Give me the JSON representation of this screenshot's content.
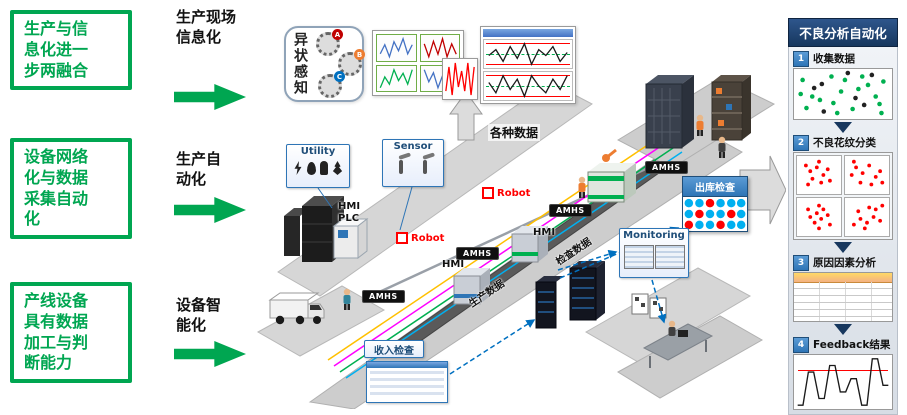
{
  "left_column": [
    {
      "text": "生产与信\n息化进一\n步两融合",
      "arrow": "生产现场\n信息化"
    },
    {
      "text": "设备网络\n化与数据\n采集自动\n化",
      "arrow": "生产自\n动化"
    },
    {
      "text": "产线设备\n具有数据\n加工与判\n断能力",
      "arrow": "设备智\n能化"
    }
  ],
  "diagram": {
    "anomaly": "异状感知",
    "gears": [
      "A",
      "B",
      "C"
    ],
    "data_label": "各种数据",
    "utility": "Utility",
    "sensor": "Sensor",
    "monitoring": "Monitoring",
    "outbound": "出库检查",
    "incoming": "收入检查",
    "hmi_plc": "HMI\nPLC",
    "robot": "Robot",
    "hmi": "HMI",
    "amhs": "AMHS",
    "inspect_data": "检查数据",
    "prod_data": "生产数据"
  },
  "right_panel": {
    "title": "不良分析自动化",
    "steps": [
      {
        "num": "1",
        "label": "收集数据"
      },
      {
        "num": "2",
        "label": "不良花纹分类"
      },
      {
        "num": "3",
        "label": "原因因素分析"
      },
      {
        "num": "4",
        "label": "Feedback结果"
      }
    ]
  },
  "colors": {
    "green": "#00A651",
    "navy": "#17375E",
    "stepblue": "#2E75B6",
    "boxblue": "#1F4E79",
    "red": "#FF0000",
    "cyan": "#00B0F0",
    "magenta": "#FF00FF",
    "chartblue": "#4472C4",
    "chartred": "#C00000",
    "chartgreen": "#00B050",
    "chartblack": "#1a1a1a"
  },
  "colors_list": {
    "scatter": [
      "#00B050",
      "#222222"
    ],
    "wafer": [
      "#FF0000"
    ],
    "outbound": [
      "#00B0F0",
      "#FF0000"
    ]
  },
  "spark": {
    "mini1": [
      4,
      7,
      3,
      8,
      5,
      9,
      4,
      7
    ],
    "mini2": [
      7,
      2,
      8,
      3,
      9,
      2,
      7,
      3
    ],
    "mini3": [
      3,
      6,
      4,
      8,
      5,
      7,
      4,
      8
    ],
    "mini4": [
      8,
      4,
      7,
      2,
      6,
      3,
      8,
      4
    ],
    "red_wave": [
      2,
      8,
      1,
      9,
      3,
      7,
      2,
      9,
      1,
      8
    ],
    "control_top": [
      5,
      7,
      3,
      8,
      4,
      9,
      2,
      7,
      5,
      8,
      3,
      6
    ],
    "control_bottom": [
      6,
      3,
      8,
      4,
      7,
      2,
      8,
      5,
      3,
      7,
      4,
      8
    ],
    "feedback": [
      2,
      2,
      7,
      7,
      3,
      3,
      8,
      8,
      4,
      4,
      6,
      6,
      2,
      2,
      9,
      9,
      5,
      5
    ]
  },
  "dots": {
    "scatter": [
      [
        8,
        22,
        0
      ],
      [
        18,
        55,
        0
      ],
      [
        28,
        30,
        1
      ],
      [
        40,
        68,
        0
      ],
      [
        52,
        22,
        0
      ],
      [
        63,
        58,
        1
      ],
      [
        76,
        32,
        0
      ],
      [
        88,
        70,
        0
      ],
      [
        12,
        78,
        0
      ],
      [
        30,
        85,
        1
      ],
      [
        48,
        45,
        0
      ],
      [
        60,
        80,
        0
      ],
      [
        72,
        72,
        1
      ],
      [
        84,
        55,
        0
      ],
      [
        92,
        25,
        0
      ],
      [
        20,
        38,
        1
      ],
      [
        38,
        15,
        0
      ],
      [
        55,
        8,
        1
      ],
      [
        70,
        15,
        0
      ],
      [
        90,
        88,
        0
      ],
      [
        6,
        50,
        0
      ],
      [
        44,
        88,
        0
      ],
      [
        80,
        12,
        1
      ],
      [
        26,
        62,
        0
      ],
      [
        66,
        40,
        0
      ]
    ],
    "wafer1": [
      [
        20,
        25
      ],
      [
        30,
        40
      ],
      [
        45,
        30
      ],
      [
        60,
        50
      ],
      [
        70,
        35
      ],
      [
        35,
        60
      ],
      [
        55,
        70
      ],
      [
        75,
        65
      ],
      [
        25,
        75
      ],
      [
        50,
        15
      ]
    ],
    "wafer2": [
      [
        15,
        50
      ],
      [
        25,
        30
      ],
      [
        40,
        45
      ],
      [
        55,
        25
      ],
      [
        70,
        55
      ],
      [
        80,
        40
      ],
      [
        35,
        70
      ],
      [
        60,
        75
      ],
      [
        20,
        15
      ],
      [
        85,
        70
      ]
    ],
    "wafer3": [
      [
        50,
        20
      ],
      [
        45,
        40
      ],
      [
        55,
        55
      ],
      [
        40,
        65
      ],
      [
        60,
        30
      ],
      [
        30,
        50
      ],
      [
        70,
        45
      ],
      [
        50,
        80
      ],
      [
        25,
        30
      ],
      [
        75,
        70
      ]
    ],
    "wafer4": [
      [
        20,
        70
      ],
      [
        35,
        55
      ],
      [
        50,
        65
      ],
      [
        65,
        50
      ],
      [
        80,
        60
      ],
      [
        30,
        35
      ],
      [
        55,
        25
      ],
      [
        70,
        30
      ],
      [
        45,
        80
      ],
      [
        85,
        20
      ]
    ],
    "outbound": [
      [
        8,
        18,
        0
      ],
      [
        25,
        18,
        0
      ],
      [
        42,
        18,
        1
      ],
      [
        59,
        18,
        0
      ],
      [
        76,
        18,
        0
      ],
      [
        92,
        18,
        0
      ],
      [
        8,
        50,
        0
      ],
      [
        25,
        50,
        1
      ],
      [
        42,
        50,
        0
      ],
      [
        59,
        50,
        0
      ],
      [
        76,
        50,
        1
      ],
      [
        92,
        50,
        0
      ],
      [
        8,
        82,
        1
      ],
      [
        25,
        82,
        0
      ],
      [
        42,
        82,
        0
      ],
      [
        59,
        82,
        1
      ],
      [
        76,
        82,
        0
      ],
      [
        92,
        82,
        0
      ]
    ]
  }
}
